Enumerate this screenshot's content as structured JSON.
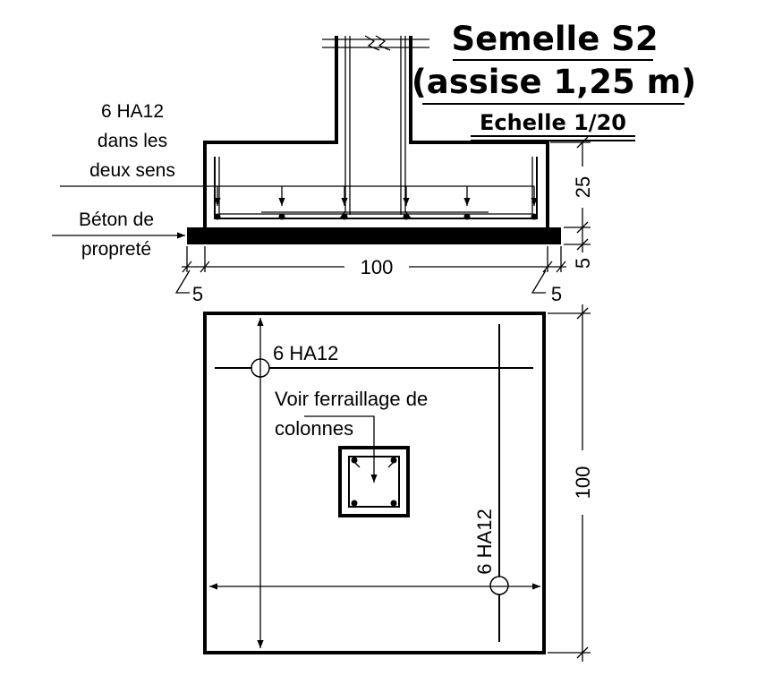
{
  "title": {
    "line1": "Semelle S2",
    "line2": "(assise 1,25 m)",
    "scale": "Echelle 1/20"
  },
  "section": {
    "rebar_note": [
      "6 HA12",
      "dans les",
      "deux sens"
    ],
    "blinding_note": [
      "Béton de",
      "propreté"
    ],
    "dim_width": "100",
    "dim_height": "25",
    "dim_blinding": "5",
    "dim_offset_left": "5",
    "dim_offset_right": "5"
  },
  "plan": {
    "rebar_top": "6 HA12",
    "rebar_side": "6 HA12",
    "column_note": [
      "Voir ferraillage de",
      "colonnes"
    ],
    "dim_side": "100"
  }
}
